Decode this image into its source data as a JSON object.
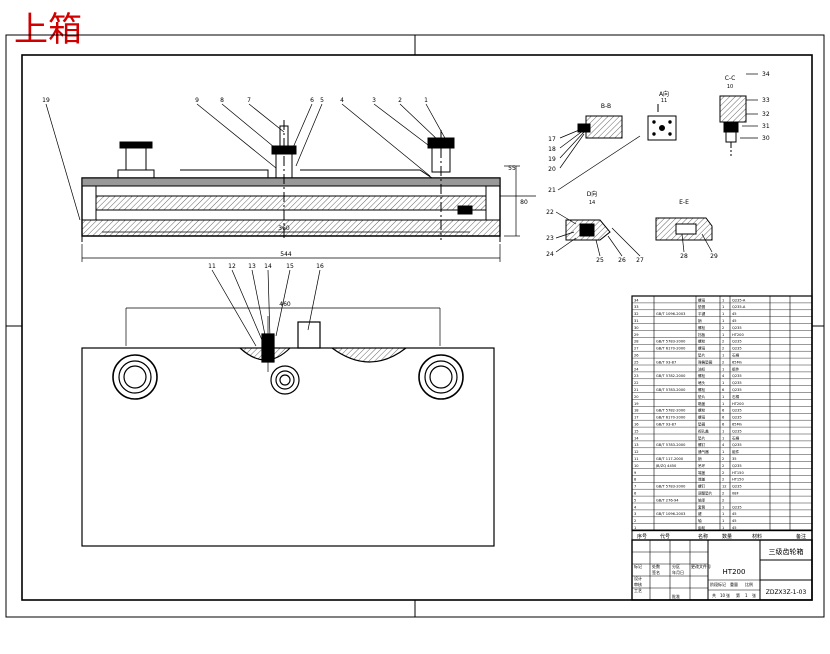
{
  "stamp_label": "上箱",
  "front_view": {
    "balloons": [
      "19",
      "9",
      "8",
      "7",
      "6",
      "5",
      "4",
      "3",
      "2",
      "1"
    ],
    "dims": {
      "overall_width": "544",
      "inner_width": "360",
      "depth": "80",
      "right_height": "55"
    }
  },
  "plan_view": {
    "balloons": [
      "11",
      "12",
      "13",
      "14",
      "15",
      "16"
    ],
    "dims": {
      "pitch": "460"
    }
  },
  "section_b": {
    "title": "B-B",
    "balloons": [
      "17",
      "18",
      "19",
      "20",
      "21"
    ]
  },
  "view_a": {
    "title": "A向",
    "scale": "11"
  },
  "section_c": {
    "title": "C-C",
    "scale": "10",
    "balloons": [
      "34",
      "33",
      "32",
      "31",
      "30"
    ]
  },
  "view_d": {
    "title": "D向",
    "scale": "14",
    "balloons": [
      "22",
      "23",
      "24",
      "25",
      "26",
      "27"
    ]
  },
  "section_e": {
    "title": "E-E",
    "balloons": [
      "28",
      "29"
    ]
  },
  "title_block": {
    "part_name": "三级齿轮箱",
    "material": "HT200",
    "drawing_no": "ZDZX3Z-1-03",
    "sheet": "1",
    "sheets": "10",
    "header_cols": [
      "序号",
      "代号",
      "名称",
      "数量",
      "材料",
      "备注"
    ],
    "sign_labels": [
      "标记",
      "处数",
      "分区",
      "更改文件号",
      "签名",
      "年月日",
      "设计",
      "审核",
      "工艺",
      "批准"
    ],
    "meta_labels": [
      "阶段标记",
      "重量",
      "比例",
      "共",
      "张",
      "第",
      "张"
    ]
  },
  "bom": [
    {
      "no": "34",
      "code": "",
      "name": "螺母",
      "qty": "1",
      "mat": "Q235-A",
      "note": ""
    },
    {
      "no": "33",
      "code": "",
      "name": "垫圈",
      "qty": "1",
      "mat": "Q235-A",
      "note": ""
    },
    {
      "no": "32",
      "code": "GB/T 1096-2003",
      "name": "平键",
      "qty": "1",
      "mat": "45",
      "note": ""
    },
    {
      "no": "31",
      "code": "",
      "name": "销",
      "qty": "1",
      "mat": "45",
      "note": ""
    },
    {
      "no": "30",
      "code": "",
      "name": "螺栓",
      "qty": "2",
      "mat": "Q235",
      "note": ""
    },
    {
      "no": "29",
      "code": "",
      "name": "挡板",
      "qty": "1",
      "mat": "HT200",
      "note": ""
    },
    {
      "no": "28",
      "code": "GB/T 5783-2000",
      "name": "螺栓",
      "qty": "2",
      "mat": "Q235",
      "note": ""
    },
    {
      "no": "27",
      "code": "GB/T 6170-2000",
      "name": "螺母",
      "qty": "2",
      "mat": "Q235",
      "note": ""
    },
    {
      "no": "26",
      "code": "",
      "name": "垫片",
      "qty": "1",
      "mat": "石棉",
      "note": ""
    },
    {
      "no": "25",
      "code": "GB/T 93-87",
      "name": "弹簧垫圈",
      "qty": "2",
      "mat": "65Mn",
      "note": ""
    },
    {
      "no": "24",
      "code": "",
      "name": "油标",
      "qty": "1",
      "mat": "组件",
      "note": ""
    },
    {
      "no": "23",
      "code": "GB/T 5782-2000",
      "name": "螺栓",
      "qty": "4",
      "mat": "Q235",
      "note": ""
    },
    {
      "no": "22",
      "code": "",
      "name": "堵头",
      "qty": "1",
      "mat": "Q235",
      "note": ""
    },
    {
      "no": "21",
      "code": "GB/T 5783-2000",
      "name": "螺栓",
      "qty": "6",
      "mat": "Q235",
      "note": ""
    },
    {
      "no": "20",
      "code": "",
      "name": "垫片",
      "qty": "1",
      "mat": "石棉",
      "note": ""
    },
    {
      "no": "19",
      "code": "",
      "name": "箱盖",
      "qty": "1",
      "mat": "HT200",
      "note": ""
    },
    {
      "no": "18",
      "code": "GB/T 5782-2000",
      "name": "螺栓",
      "qty": "6",
      "mat": "Q235",
      "note": ""
    },
    {
      "no": "17",
      "code": "GB/T 6170-2000",
      "name": "螺母",
      "qty": "6",
      "mat": "Q235",
      "note": ""
    },
    {
      "no": "16",
      "code": "GB/T 93-87",
      "name": "垫圈",
      "qty": "6",
      "mat": "65Mn",
      "note": ""
    },
    {
      "no": "15",
      "code": "",
      "name": "视孔盖",
      "qty": "1",
      "mat": "Q235",
      "note": ""
    },
    {
      "no": "14",
      "code": "",
      "name": "垫片",
      "qty": "1",
      "mat": "石棉",
      "note": ""
    },
    {
      "no": "13",
      "code": "GB/T 5783-2000",
      "name": "螺钉",
      "qty": "4",
      "mat": "Q235",
      "note": ""
    },
    {
      "no": "12",
      "code": "",
      "name": "通气器",
      "qty": "1",
      "mat": "组件",
      "note": ""
    },
    {
      "no": "11",
      "code": "GB/T 117-2000",
      "name": "销",
      "qty": "2",
      "mat": "35",
      "note": ""
    },
    {
      "no": "10",
      "code": "JB/ZQ 4450",
      "name": "吊环",
      "qty": "2",
      "mat": "Q235",
      "note": ""
    },
    {
      "no": "9",
      "code": "",
      "name": "端盖",
      "qty": "2",
      "mat": "HT150",
      "note": ""
    },
    {
      "no": "8",
      "code": "",
      "name": "端盖",
      "qty": "2",
      "mat": "HT150",
      "note": ""
    },
    {
      "no": "7",
      "code": "GB/T 5783-2000",
      "name": "螺钉",
      "qty": "12",
      "mat": "Q235",
      "note": ""
    },
    {
      "no": "6",
      "code": "",
      "name": "调整垫片",
      "qty": "2",
      "mat": "08F",
      "note": ""
    },
    {
      "no": "5",
      "code": "GB/T 276-94",
      "name": "轴承",
      "qty": "2",
      "mat": "",
      "note": ""
    },
    {
      "no": "4",
      "code": "",
      "name": "套筒",
      "qty": "1",
      "mat": "Q235",
      "note": ""
    },
    {
      "no": "3",
      "code": "GB/T 1096-2003",
      "name": "键",
      "qty": "1",
      "mat": "45",
      "note": ""
    },
    {
      "no": "2",
      "code": "",
      "name": "轴",
      "qty": "1",
      "mat": "45",
      "note": ""
    },
    {
      "no": "1",
      "code": "",
      "name": "齿轮",
      "qty": "1",
      "mat": "45",
      "note": ""
    }
  ]
}
